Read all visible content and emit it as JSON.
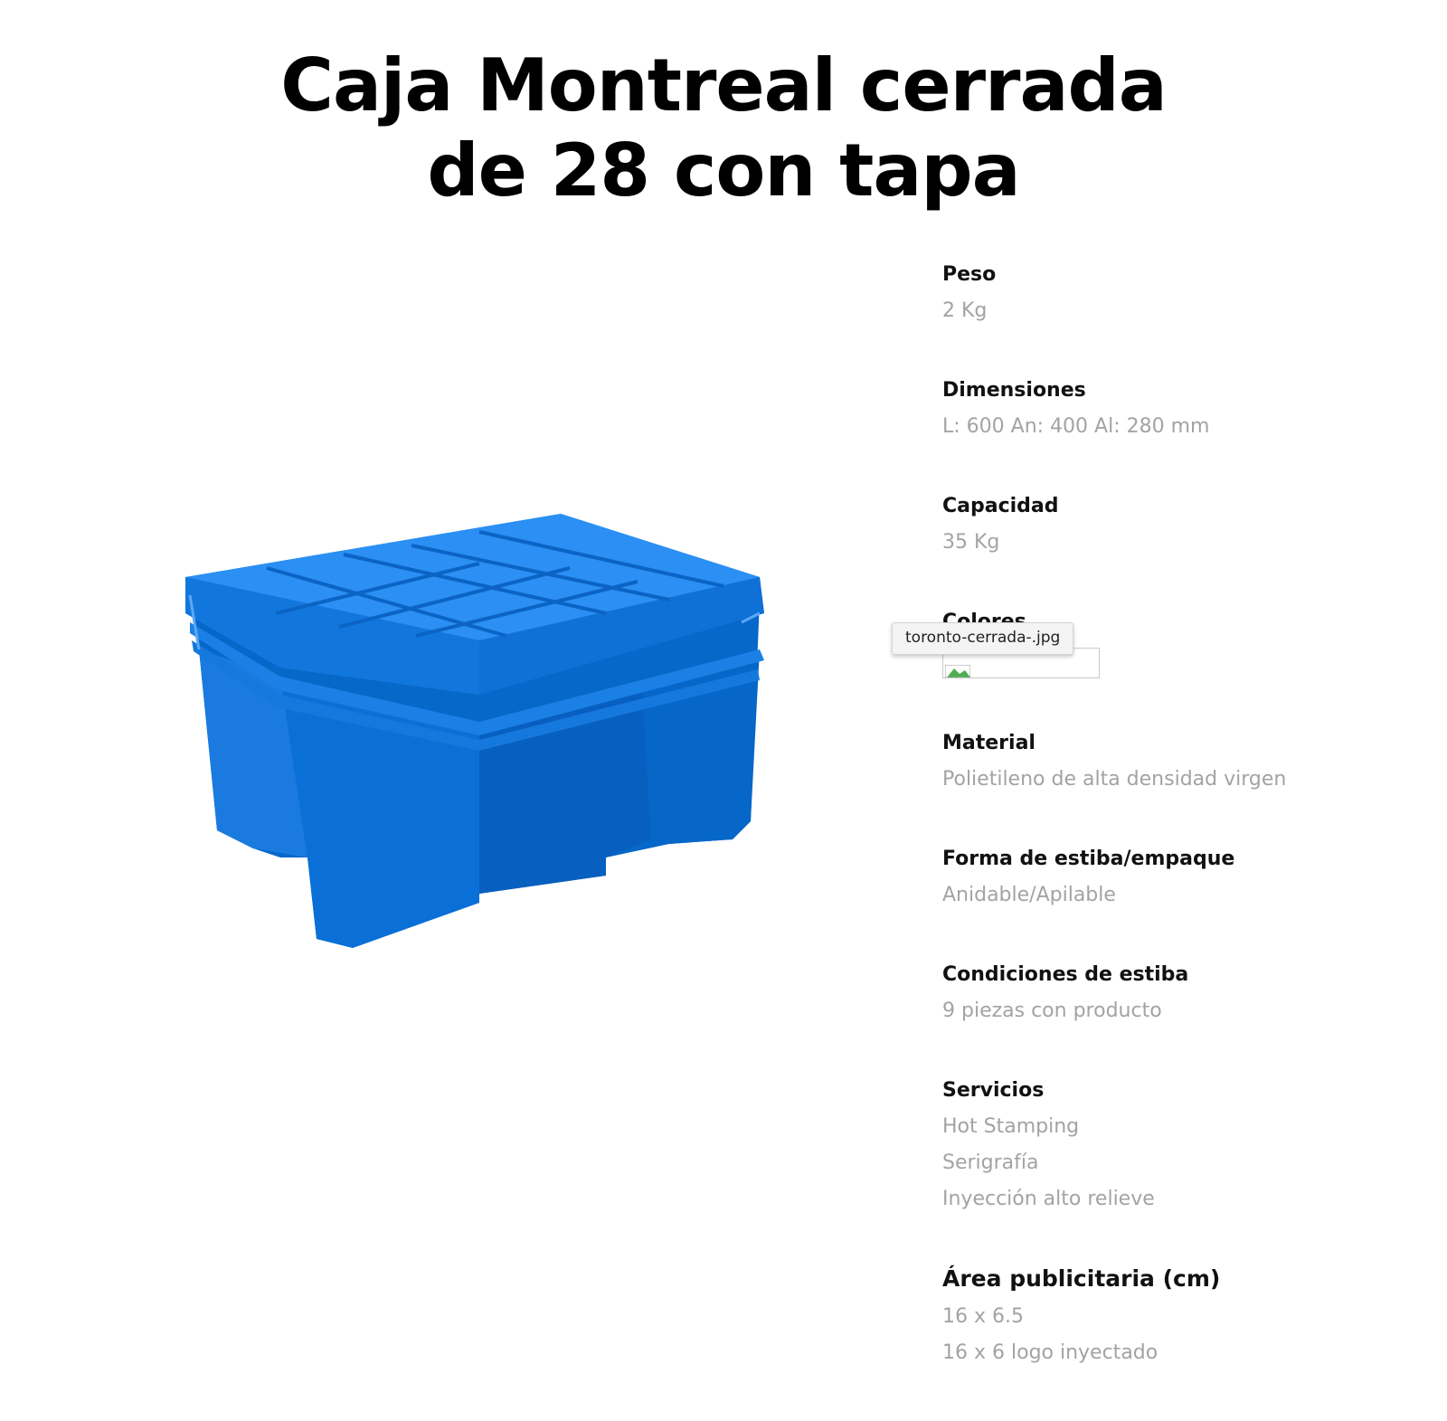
{
  "product": {
    "title_line1": "Caja Montreal cerrada",
    "title_line2": "de 28 con tapa",
    "image_name": "blue-plastic-crate-with-lid",
    "image_color": "#0a63c8"
  },
  "specs": {
    "peso": {
      "label": "Peso",
      "value": "2 Kg"
    },
    "dimensiones": {
      "label": "Dimensiones",
      "value": "L: 600 An: 400 Al: 280 mm"
    },
    "capacidad": {
      "label": "Capacidad",
      "value": "35 Kg"
    },
    "colores": {
      "label": "Colores",
      "tooltip": "toronto-cerrada-.jpg"
    },
    "material": {
      "label": "Material",
      "value": "Polietileno de alta densidad virgen"
    },
    "forma": {
      "label": "Forma de estiba/empaque",
      "value": "Anidable/Apilable"
    },
    "condiciones": {
      "label": "Condiciones de estiba",
      "value": "9 piezas con producto"
    },
    "servicios": {
      "label": "Servicios",
      "items": [
        "Hot Stamping",
        "Serigrafía",
        "Inyección alto relieve"
      ]
    },
    "area": {
      "label": "Área publicitaria (cm)",
      "items": [
        "16 x 6.5",
        "16 x 6 logo inyectado"
      ]
    }
  }
}
